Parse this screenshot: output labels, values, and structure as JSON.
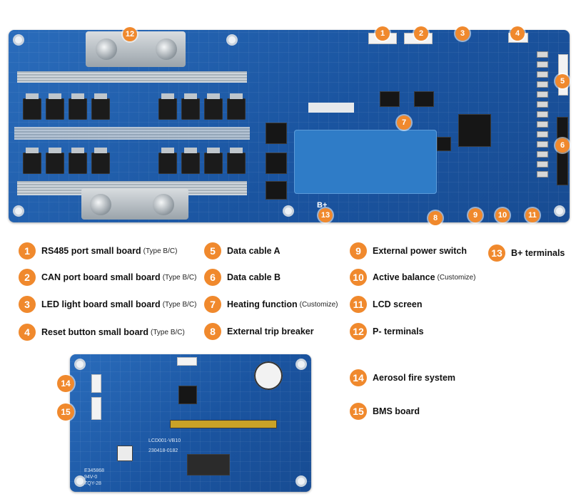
{
  "board_print": {
    "bplus_text": "B+",
    "lcd_model": "LCD001-VB10",
    "lcd_code": "230418-0182",
    "ul_mark": "E345868",
    "rating": "94V-0",
    "tqy": "TQY-28"
  },
  "colors": {
    "marker": "#f0892d",
    "pcb": "#1f5fae"
  },
  "markers": {
    "m1": "1",
    "m2": "2",
    "m3": "3",
    "m4": "4",
    "m5": "5",
    "m6": "6",
    "m7": "7",
    "m8": "8",
    "m9": "9",
    "m10": "10",
    "m11": "11",
    "m12": "12",
    "m13": "13",
    "m14": "14",
    "m15": "15"
  },
  "legend": [
    {
      "number": "1",
      "label": "RS485 port small board",
      "note": "(Type B/C)"
    },
    {
      "number": "2",
      "label": "CAN port board small board",
      "note": "(Type B/C)"
    },
    {
      "number": "3",
      "label": "LED light board  small board",
      "note": "(Type B/C)"
    },
    {
      "number": "4",
      "label": "Reset button  small board",
      "note": "(Type B/C)"
    },
    {
      "number": "5",
      "label": "Data cable A",
      "note": ""
    },
    {
      "number": "6",
      "label": "Data cable B",
      "note": ""
    },
    {
      "number": "7",
      "label": "Heating function",
      "note": "(Customize)"
    },
    {
      "number": "8",
      "label": "External trip breaker",
      "note": ""
    },
    {
      "number": "9",
      "label": "External power switch",
      "note": ""
    },
    {
      "number": "10",
      "label": "Active balance",
      "note": "(Customize)"
    },
    {
      "number": "11",
      "label": "LCD screen",
      "note": ""
    },
    {
      "number": "12",
      "label": "P- terminals",
      "note": ""
    },
    {
      "number": "13",
      "label": "B+ terminals",
      "note": ""
    },
    {
      "number": "14",
      "label": "Aerosol fire system",
      "note": ""
    },
    {
      "number": "15",
      "label": "BMS board",
      "note": ""
    }
  ]
}
